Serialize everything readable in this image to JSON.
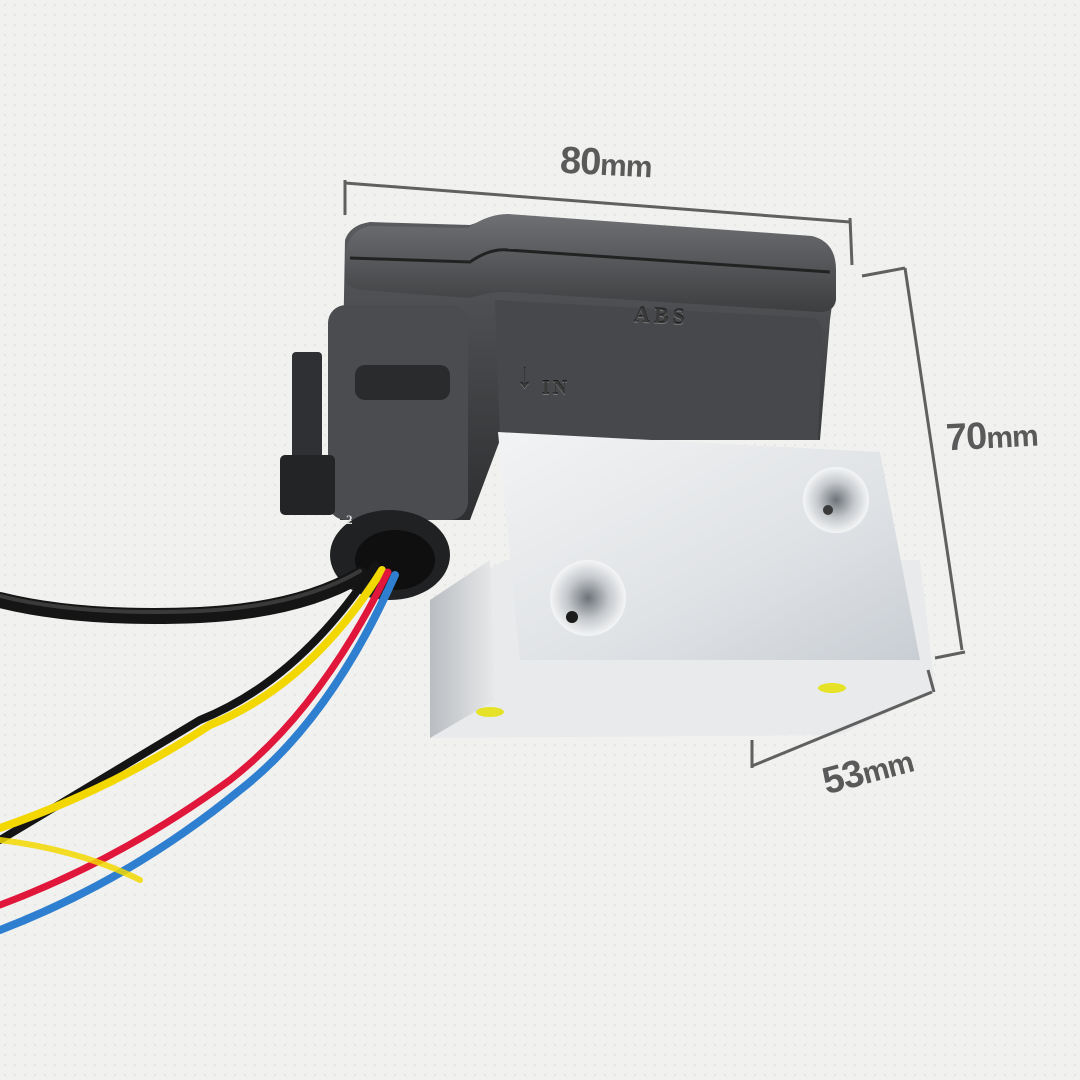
{
  "scene": {
    "subject": "ABS pump motor module with aluminum block and wire harness",
    "background_color": "#f1f1ef"
  },
  "dimensions": {
    "width": {
      "value": "80",
      "unit": "mm"
    },
    "height": {
      "value": "70",
      "unit": "mm"
    },
    "depth": {
      "value": "53",
      "unit": "mm"
    }
  },
  "markings": {
    "housing_label": "ABS",
    "inlet_label": "IN",
    "connector_pin": "2"
  },
  "colors": {
    "housing": "#3b3c3d",
    "housing_light": "#55575a",
    "aluminum": "#e2e4e6",
    "dimension_line": "#606060",
    "wires": [
      "#111111",
      "#f2d800",
      "#2e7fd0",
      "#e0163a"
    ]
  }
}
